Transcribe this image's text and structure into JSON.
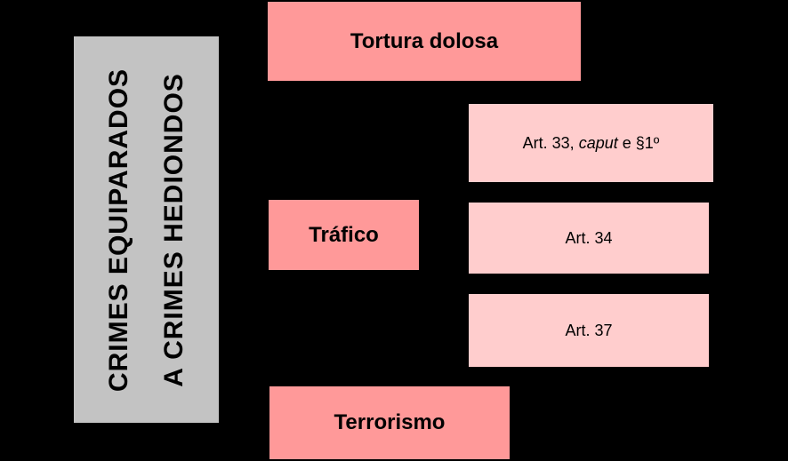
{
  "palette": {
    "background": "#000000",
    "category_fill": "#C3C3C3",
    "branch_fill": "#FF9999",
    "leaf_fill": "#FFCDCD",
    "text": "#000000"
  },
  "category": {
    "line1": "CRIMES EQUIPARADOS",
    "line2": "A CRIMES HEDIONDOS"
  },
  "branches": {
    "tortura": {
      "label": "Tortura dolosa"
    },
    "trafico": {
      "label": "Tráfico"
    },
    "terrorismo": {
      "label": "Terrorismo"
    }
  },
  "leaves": {
    "art33": {
      "prefix": "Art. 33, ",
      "italic": "caput",
      "suffix": " e §1º"
    },
    "art34": {
      "label": "Art. 34"
    },
    "art37": {
      "label": "Art. 37"
    }
  }
}
